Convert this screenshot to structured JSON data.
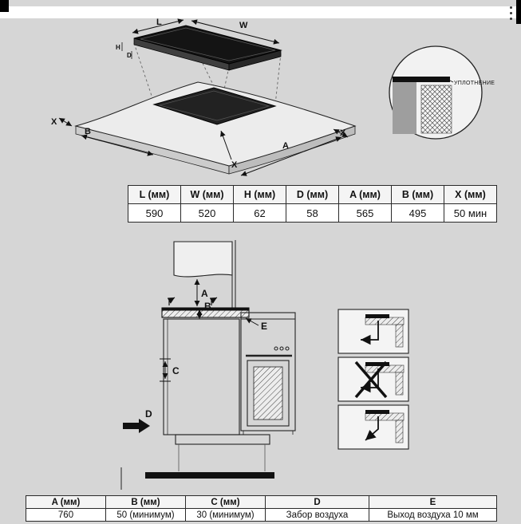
{
  "figure1": {
    "labels": {
      "L": "L",
      "W": "W",
      "H": "H",
      "D": "D",
      "X_left": "X",
      "B": "B",
      "X_bottom": "X",
      "A": "A",
      "X_right": "X"
    },
    "seal_label": "УПЛОТНЕНИЕ"
  },
  "table1": {
    "headers": [
      "L (мм)",
      "W (мм)",
      "H (мм)",
      "D (мм)",
      "A (мм)",
      "B (мм)",
      "X (мм)"
    ],
    "values": [
      "590",
      "520",
      "62",
      "58",
      "565",
      "495",
      "50 мин"
    ]
  },
  "figure2": {
    "labels": {
      "A": "A",
      "B": "B",
      "C": "C",
      "D": "D",
      "E": "E"
    }
  },
  "table2": {
    "headers": [
      "A (мм)",
      "B (мм)",
      "C (мм)",
      "D",
      "E"
    ],
    "values": [
      "760",
      "50 (минимум)",
      "30 (минимум)",
      "Забор воздуха",
      "Выход воздуха 10 мм"
    ]
  }
}
